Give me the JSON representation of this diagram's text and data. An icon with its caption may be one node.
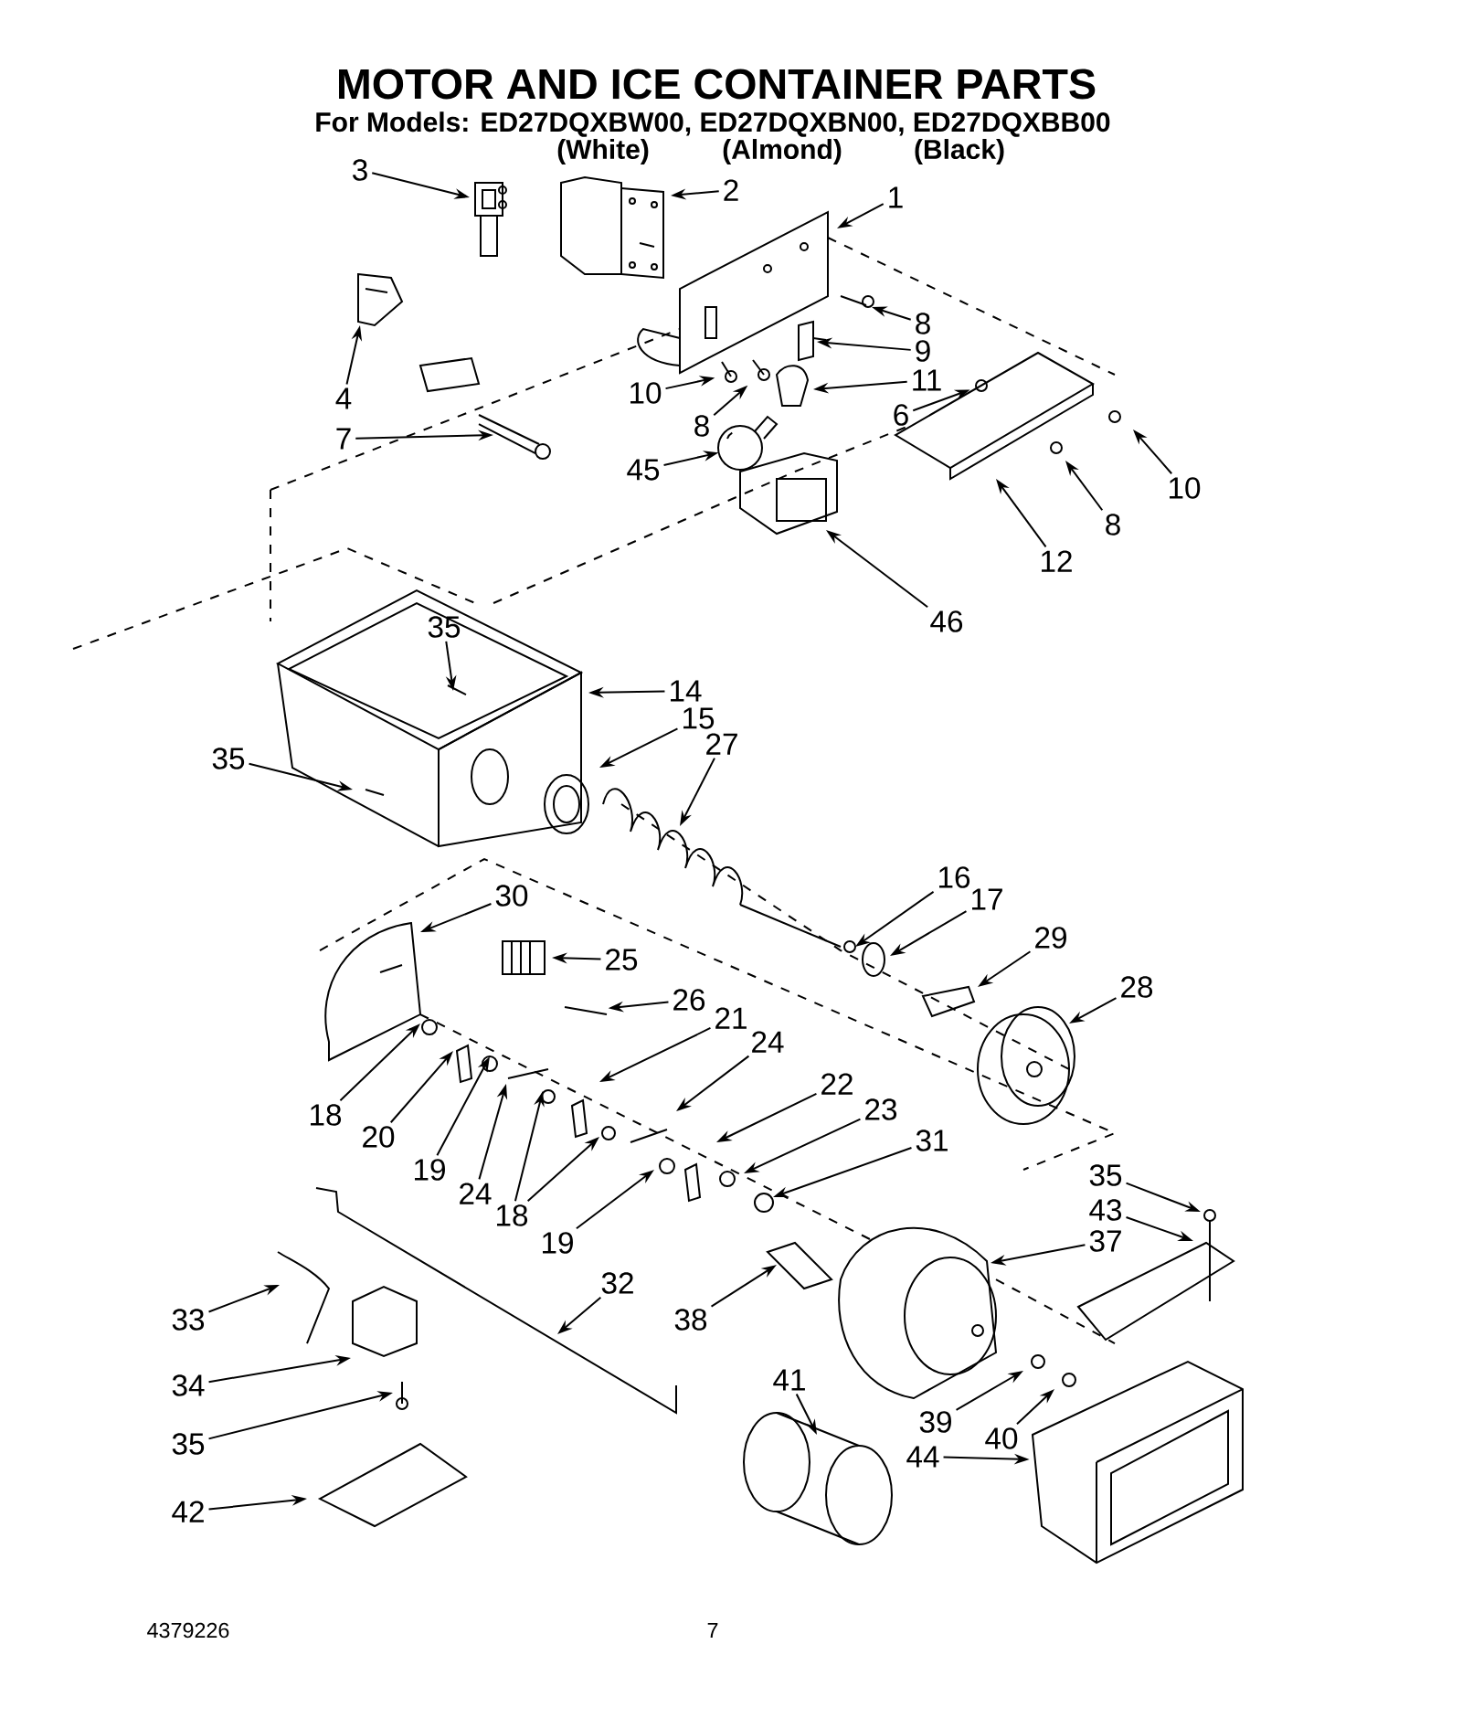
{
  "diagram": {
    "title": "MOTOR AND ICE CONTAINER PARTS",
    "nodes": [
      {
        "text": [
          "3"
        ]
      },
      {
        "text": [
          "2"
        ]
      },
      {
        "text": [
          "1"
        ]
      },
      {
        "text": [
          "8"
        ]
      },
      {
        "text": [
          "9"
        ]
      },
      {
        "text": [
          "10"
        ]
      },
      {
        "text": [
          "11"
        ]
      },
      {
        "text": [
          "4"
        ]
      },
      {
        "text": [
          "6"
        ]
      },
      {
        "text": [
          "8"
        ]
      },
      {
        "text": [
          "7"
        ]
      },
      {
        "text": [
          "45"
        ]
      },
      {
        "text": [
          "10"
        ]
      },
      {
        "text": [
          "8"
        ]
      },
      {
        "text": [
          "12"
        ]
      },
      {
        "text": [
          "46"
        ]
      },
      {
        "text": [
          "35"
        ]
      },
      {
        "text": [
          "14"
        ]
      },
      {
        "text": [
          "15"
        ]
      },
      {
        "text": [
          "27"
        ]
      },
      {
        "text": [
          "35"
        ]
      },
      {
        "text": [
          "16"
        ]
      },
      {
        "text": [
          "30"
        ]
      },
      {
        "text": [
          "17"
        ]
      },
      {
        "text": [
          "29"
        ]
      },
      {
        "text": [
          "25"
        ]
      },
      {
        "text": [
          "28"
        ]
      },
      {
        "text": [
          "26"
        ]
      },
      {
        "text": [
          "21"
        ]
      },
      {
        "text": [
          "24"
        ]
      },
      {
        "text": [
          "22"
        ]
      },
      {
        "text": [
          "18"
        ]
      },
      {
        "text": [
          "23"
        ]
      },
      {
        "text": [
          "20"
        ]
      },
      {
        "text": [
          "31"
        ]
      },
      {
        "text": [
          "19"
        ]
      },
      {
        "text": [
          "35"
        ]
      },
      {
        "text": [
          "24"
        ]
      },
      {
        "text": [
          "43"
        ]
      },
      {
        "text": [
          "18"
        ]
      },
      {
        "text": [
          "37"
        ]
      },
      {
        "text": [
          "19"
        ]
      },
      {
        "text": [
          "32"
        ]
      },
      {
        "text": [
          "33"
        ]
      },
      {
        "text": [
          "38"
        ]
      },
      {
        "text": [
          "41"
        ]
      },
      {
        "text": [
          "34"
        ]
      },
      {
        "text": [
          "39"
        ]
      },
      {
        "text": [
          "40"
        ]
      },
      {
        "text": [
          "35"
        ]
      },
      {
        "text": [
          "44"
        ]
      },
      {
        "text": [
          "42"
        ]
      },
      {
        "text": [],
        "shape": "picture"
      },
      {
        "text": [],
        "shape": "picture"
      },
      {
        "text": [],
        "shape": "picture"
      },
      {
        "text": [],
        "shape": "picture"
      },
      {
        "text": [],
        "shape": "picture"
      },
      {
        "text": [],
        "shape": "picture"
      }
    ],
    "edges": [
      {
        "from": 0,
        "to": null,
        "arrow": "to"
      },
      {
        "from": 1,
        "to": null,
        "arrow": "to"
      },
      {
        "from": 2,
        "to": null,
        "arrow": "to"
      },
      {
        "from": 3,
        "to": null,
        "arrow": "to"
      },
      {
        "from": 4,
        "to": null,
        "arrow": "to"
      },
      {
        "from": 5,
        "to": 52,
        "arrow": "to"
      },
      {
        "from": 6,
        "to": null,
        "arrow": "to"
      },
      {
        "from": 7,
        "to": null,
        "arrow": "to"
      },
      {
        "from": 8,
        "to": 54,
        "arrow": "to"
      },
      {
        "from": 9,
        "to": 53,
        "arrow": "to"
      },
      {
        "from": 10,
        "to": null,
        "arrow": "to"
      },
      {
        "from": 11,
        "to": 55,
        "arrow": "to"
      },
      {
        "from": 12,
        "to": null,
        "arrow": "to"
      },
      {
        "from": 13,
        "to": null,
        "arrow": "to"
      },
      {
        "from": 14,
        "to": null,
        "arrow": "to"
      },
      {
        "from": 15,
        "to": null,
        "arrow": "to"
      },
      {
        "from": 16,
        "to": null,
        "arrow": "to"
      },
      {
        "from": 17,
        "to": null,
        "arrow": "to"
      },
      {
        "from": 18,
        "to": null,
        "arrow": "to"
      },
      {
        "from": 19,
        "to": null,
        "arrow": "to"
      },
      {
        "from": 20,
        "to": null,
        "arrow": "to"
      },
      {
        "from": 21,
        "to": null,
        "arrow": "to"
      },
      {
        "from": 22,
        "to": null,
        "arrow": "to"
      },
      {
        "from": 23,
        "to": null,
        "arrow": "to"
      },
      {
        "from": 24,
        "to": null,
        "arrow": "to"
      },
      {
        "from": 25,
        "to": null,
        "arrow": "to"
      },
      {
        "from": 26,
        "to": null,
        "arrow": "to"
      },
      {
        "from": 27,
        "to": 56,
        "arrow": "to"
      },
      {
        "from": 28,
        "to": null,
        "arrow": "to"
      },
      {
        "from": 29,
        "to": null,
        "arrow": "to"
      },
      {
        "from": 30,
        "to": null,
        "arrow": "to"
      },
      {
        "from": 31,
        "to": null,
        "arrow": "to"
      },
      {
        "from": 32,
        "to": null,
        "arrow": "to"
      },
      {
        "from": 33,
        "to": null,
        "arrow": "to"
      },
      {
        "from": 34,
        "to": null,
        "arrow": "to"
      },
      {
        "from": 35,
        "to": null,
        "arrow": "to"
      },
      {
        "from": 36,
        "to": null,
        "arrow": "to"
      },
      {
        "from": 37,
        "to": null,
        "arrow": "to"
      },
      {
        "from": 38,
        "to": null,
        "arrow": "to"
      },
      {
        "from": 39,
        "to": null,
        "arrow": "to"
      },
      {
        "from": 39,
        "to": null,
        "arrow": "to"
      },
      {
        "from": 40,
        "to": null,
        "arrow": "to"
      },
      {
        "from": 41,
        "to": null,
        "arrow": "to"
      },
      {
        "from": 42,
        "to": null,
        "arrow": "to"
      },
      {
        "from": 43,
        "to": null,
        "arrow": "to"
      },
      {
        "from": 44,
        "to": null,
        "arrow": "to"
      },
      {
        "from": 45,
        "to": null,
        "arrow": "to"
      },
      {
        "from": 46,
        "to": null,
        "arrow": "to"
      },
      {
        "from": 47,
        "to": null,
        "arrow": "to"
      },
      {
        "from": 48,
        "to": null,
        "arrow": "to"
      },
      {
        "from": 49,
        "to": null,
        "arrow": "to"
      },
      {
        "from": 50,
        "to": 57,
        "arrow": "to"
      },
      {
        "from": 51,
        "to": null,
        "arrow": "to"
      }
    ],
    "labels": [
      "For Models: ED27DQXBW00, ED27DQXBN00, ED27DQXBB00",
      "(White)",
      "(Almond)",
      "(Black)",
      "4379226",
      "7"
    ]
  }
}
